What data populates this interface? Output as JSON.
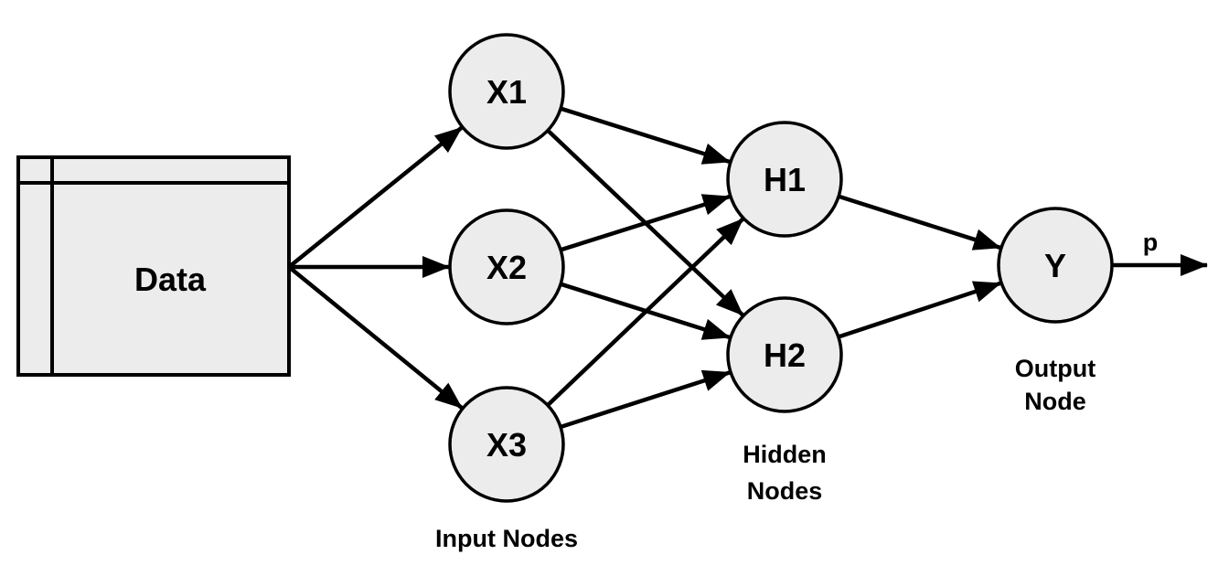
{
  "data_box": {
    "label": "Data"
  },
  "nodes": {
    "x1": "X1",
    "x2": "X2",
    "x3": "X3",
    "h1": "H1",
    "h2": "H2",
    "y": "Y"
  },
  "captions": {
    "input": "Input Nodes",
    "hidden_line1": "Hidden",
    "hidden_line2": "Nodes",
    "output_line1": "Output",
    "output_line2": "Node"
  },
  "output_edge_label": "p",
  "edges": [
    [
      "data",
      "x1"
    ],
    [
      "data",
      "x2"
    ],
    [
      "data",
      "x3"
    ],
    [
      "x1",
      "h1"
    ],
    [
      "x1",
      "h2"
    ],
    [
      "x2",
      "h1"
    ],
    [
      "x2",
      "h2"
    ],
    [
      "x3",
      "h1"
    ],
    [
      "x3",
      "h2"
    ],
    [
      "h1",
      "y"
    ],
    [
      "h2",
      "y"
    ]
  ],
  "colors": {
    "node_fill": "#ececec",
    "stroke": "#000000"
  }
}
